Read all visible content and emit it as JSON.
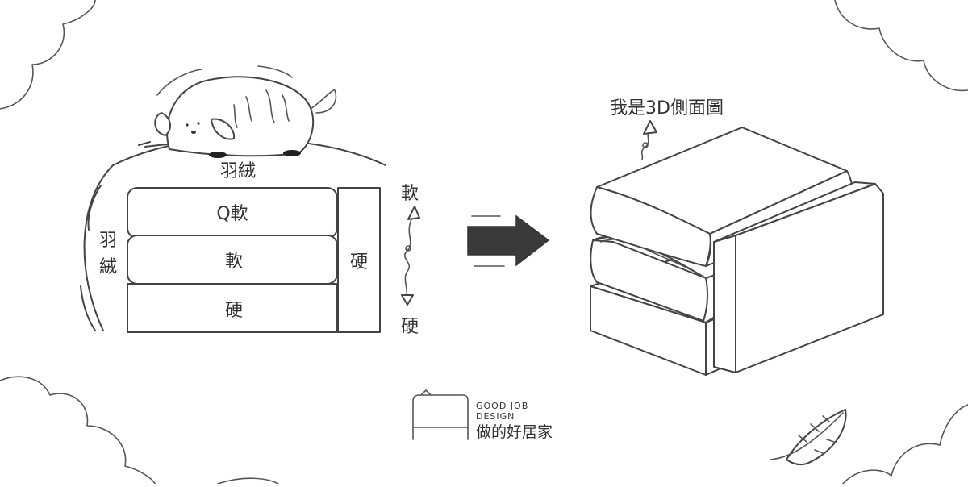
{
  "left_diagram": {
    "top_layer_label": "羽絨",
    "layers": [
      "Q軟",
      "軟",
      "硬"
    ],
    "side_column_label": "硬",
    "wrap_label_line1": "羽",
    "wrap_label_line2": "絨",
    "scale_top_label": "軟",
    "scale_bottom_label": "硬"
  },
  "right_diagram": {
    "caption": "我是3D側面圖"
  },
  "logo": {
    "line1": "GOOD JOB",
    "line2": "DESIGN",
    "chinese_name": "做的好居家"
  },
  "colors": {
    "ink": "#444444",
    "arrow_fill": "#3a3a3a",
    "background": "#ffffff"
  }
}
